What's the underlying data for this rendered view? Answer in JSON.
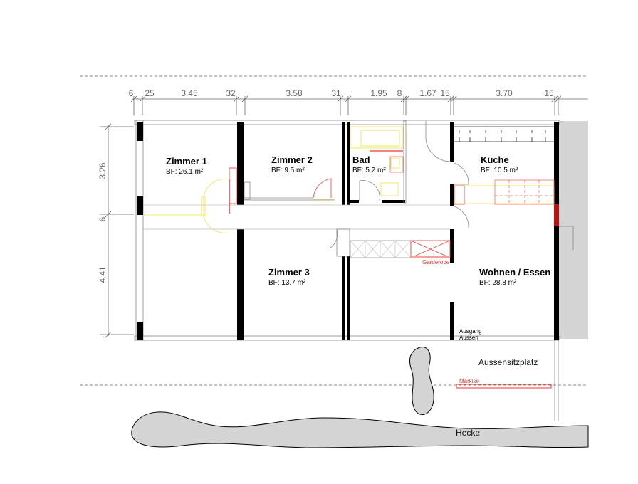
{
  "dimensions_top": [
    "6",
    "25",
    "3.45",
    "32",
    "3.58",
    "31",
    "1.95",
    "8",
    "1.67",
    "15",
    "3.70",
    "15"
  ],
  "dimensions_left": [
    "3.26",
    "6",
    "4.41"
  ],
  "rooms": [
    {
      "name": "Zimmer 1",
      "area": "BF: 26.1 m²"
    },
    {
      "name": "Zimmer 2",
      "area": "BF: 9.5 m²"
    },
    {
      "name": "Bad",
      "area": "BF: 5.2 m²"
    },
    {
      "name": "Küche",
      "area": "BF: 10.5 m²"
    },
    {
      "name": "Zimmer 3",
      "area": "BF: 13.7 m²"
    },
    {
      "name": "Wohnen / Essen",
      "area": "BF: 28.8 m²"
    }
  ],
  "labels": {
    "garderobe": "Garderobe",
    "exit_line1": "Ausgang",
    "exit_line2": "Aussen",
    "terrace": "Aussensitzplatz",
    "awning": "Markise",
    "hedge": "Hecke"
  },
  "colors": {
    "wall": "#000000",
    "fixture": "#f0e040",
    "fixture_red": "#f04040",
    "neighbor": "#d4d4d4",
    "accent_wall": "#b01818"
  }
}
